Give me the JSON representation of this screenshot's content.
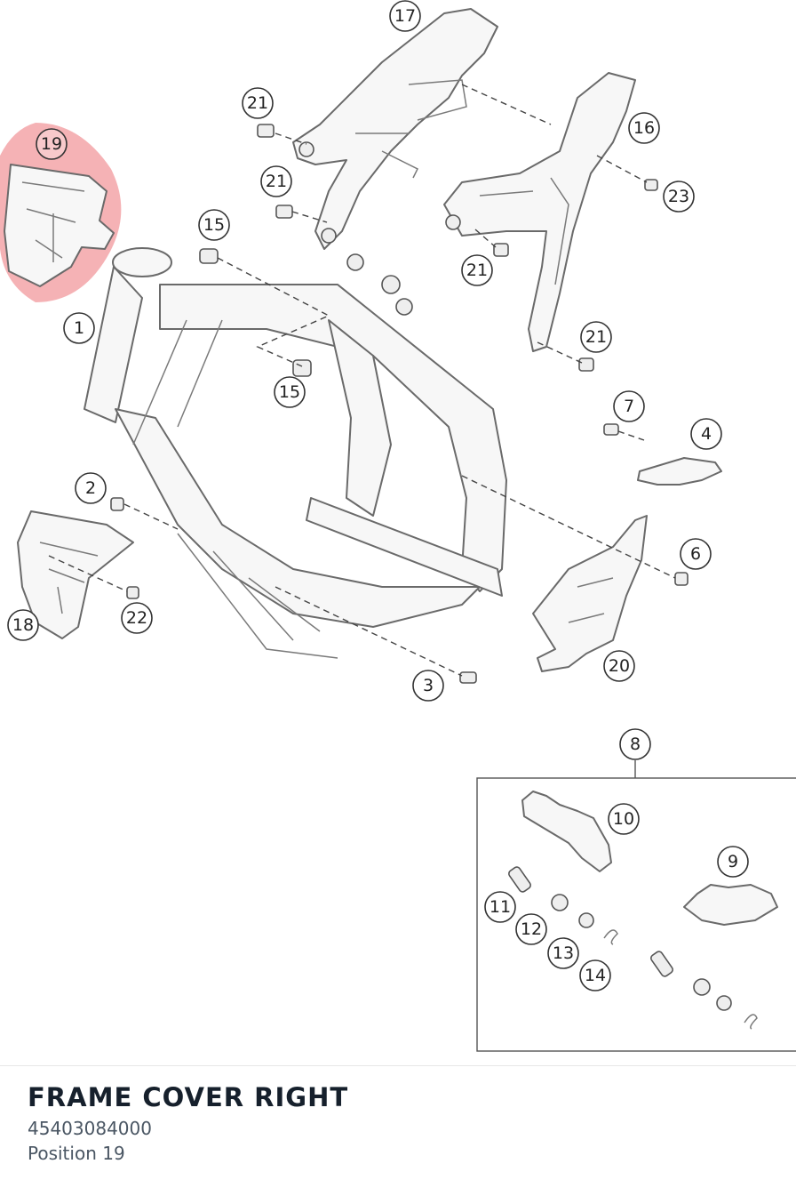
{
  "selected_part": {
    "name": "FRAME COVER RIGHT",
    "number": "45403084000",
    "position": "Position 19",
    "highlight_color": "#e8545a"
  },
  "callouts": {
    "c1": "1",
    "c2": "2",
    "c3": "3",
    "c4": "4",
    "c6": "6",
    "c7": "7",
    "c8": "8",
    "c9": "9",
    "c10": "10",
    "c11": "11",
    "c12": "12",
    "c13": "13",
    "c14": "14",
    "c15a": "15",
    "c15b": "15",
    "c16": "16",
    "c17": "17",
    "c18": "18",
    "c19": "19",
    "c20": "20",
    "c21a": "21",
    "c21b": "21",
    "c21c": "21",
    "c21d": "21",
    "c22": "22",
    "c23": "23"
  }
}
